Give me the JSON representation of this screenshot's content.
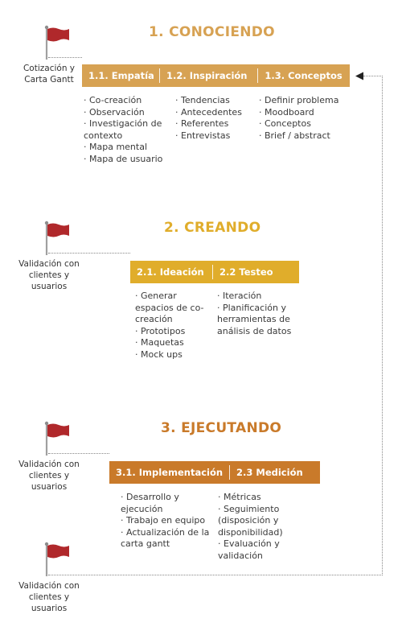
{
  "colors": {
    "phase1": "#d7a253",
    "phase2": "#e0ad2b",
    "phase3": "#c97a2a",
    "flag": "#b0282b",
    "pole": "#a0a0a0"
  },
  "phases": [
    {
      "title": "1. CONOCIENDO",
      "bar": [
        "1.1. Empatía",
        "1.2. Inspiración",
        "1.3. Conceptos"
      ],
      "columns": [
        [
          "· Co-creación",
          "· Observación",
          "· Investigación de contexto",
          "· Mapa mental",
          "· Mapa de usuario"
        ],
        [
          "· Tendencias",
          "· Antecedentes",
          "· Referentes",
          "· Entrevistas"
        ],
        [
          "· Definir problema",
          "· Moodboard",
          "· Conceptos",
          "· Brief / abstract"
        ]
      ]
    },
    {
      "title": "2. CREANDO",
      "bar": [
        "2.1. Ideación",
        "2.2 Testeo"
      ],
      "columns": [
        [
          "· Generar espacios de co-creación",
          "· Prototipos",
          "· Maquetas",
          "· Mock ups"
        ],
        [
          "· Iteración",
          "· Planificación y herramientas de análisis de datos"
        ]
      ]
    },
    {
      "title": "3. EJECUTANDO",
      "bar": [
        "3.1. Implementación",
        "2.3 Medición"
      ],
      "columns": [
        [
          "· Desarrollo y ejecución",
          "· Trabajo en equipo",
          "· Actualización de la carta gantt"
        ],
        [
          "· Métricas",
          "· Seguimiento (disposición y disponibilidad)",
          "· Evaluación y validación"
        ]
      ]
    }
  ],
  "milestones": [
    {
      "icon": "flag-icon",
      "label": "Cotización y Carta Gantt"
    },
    {
      "icon": "flag-icon",
      "label": "Validación con clientes y usuarios"
    },
    {
      "icon": "flag-icon",
      "label": "Validación con clientes y usuarios"
    },
    {
      "icon": "flag-icon",
      "label": "Validación con clientes y usuarios"
    }
  ]
}
